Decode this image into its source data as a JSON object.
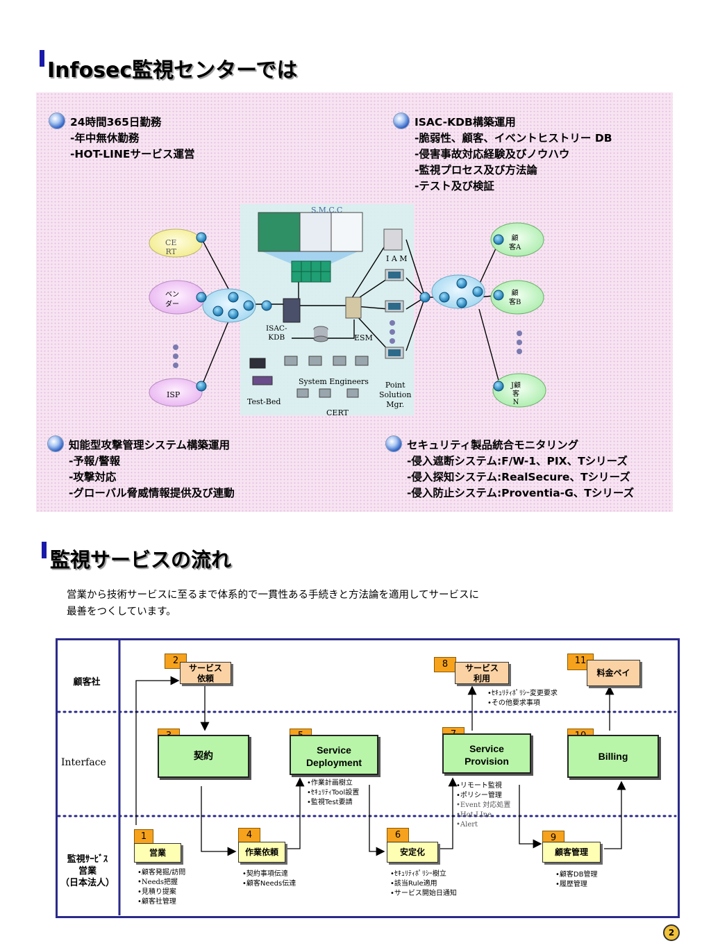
{
  "section1": {
    "title": "Infosec監視センターでは",
    "features": [
      {
        "lines": [
          "24時間365日勤務",
          "-年中無休勤務",
          "-HOT-LINEサービス運営"
        ]
      },
      {
        "lines": [
          "ISAC-KDB構築運用",
          "-脆弱性、顧客、イベントヒストリー DB",
          "-侵害事故対応経験及びノウハウ",
          "-監視プロセス及び方法論",
          "-テスト及び検証"
        ]
      },
      {
        "lines": [
          "知能型攻撃管理システム構築運用",
          "-予報/警報",
          "-攻撃対応",
          "-グローバル脅威情報提供及び連動"
        ]
      },
      {
        "lines": [
          "セキュリティ製品統合モニタリング",
          "-侵入遮断システム:F/W-1、PIX、Tシリーズ",
          "-侵入探知システム:RealSecure、Tシリーズ",
          "-侵入防止システム:Proventia-G、Tシリーズ"
        ]
      }
    ],
    "network": {
      "smcc": "S.M.C.C",
      "iam": "I A M",
      "isac_kdb": "ISAC-\nKDB",
      "esm": "ESM",
      "system_engineers": "System Engineers",
      "test_bed": "Test-Bed",
      "point_solution": "Point\nSolution\nMgr.",
      "cert_bottom": "CERT",
      "clouds_left": [
        "CE\nRT",
        "ベン\nダー",
        "ISP"
      ],
      "clouds_right": [
        "顧\n客A",
        "顧\n客B",
        "J顧\n客\nN"
      ]
    }
  },
  "section2": {
    "title": "監視サービスの流れ",
    "intro": [
      "営業から技術サービスに至るまで体系的で一貫性ある手続きと方法論を適用してサービスに",
      "最善をつくしています。"
    ],
    "lanes": [
      "顧客社",
      "Interface",
      "監視ｻｰﾋﾞｽ\n営業\n（日本法人）"
    ],
    "steps": [
      {
        "num": "1",
        "label": "営業"
      },
      {
        "num": "2",
        "label": "サービス\n依頼"
      },
      {
        "num": "3",
        "label": "契約"
      },
      {
        "num": "4",
        "label": "作業依頼"
      },
      {
        "num": "5",
        "label": "Service\nDeployment"
      },
      {
        "num": "6",
        "label": "安定化"
      },
      {
        "num": "7",
        "label": "Service\nProvision"
      },
      {
        "num": "8",
        "label": "サービス\n利用"
      },
      {
        "num": "9",
        "label": "顧客管理"
      },
      {
        "num": "10",
        "label": "Billing"
      },
      {
        "num": "11",
        "label": "料金ペイ"
      }
    ],
    "notes": {
      "n1": [
        "•顧客発掘/訪問",
        "•Needs把握",
        "•見積り提案",
        "•顧客社管理"
      ],
      "n4": [
        "•契約事項伝達",
        "•顧客Needs伝達"
      ],
      "n5": [
        "•作業計画樹立",
        "•ｾｷｭﾘﾃｨTool設置",
        "•監視Test要請"
      ],
      "n6": [
        "•ｾｷｭﾘﾃｨﾎﾟﾘｼｰ樹立",
        "•該当Rule適用",
        "•サービス開始日通知"
      ],
      "n7": [
        "•リモート監視",
        "•ポリシー管理",
        "•Event 対応処置",
        "•Hot-LIne",
        "•Alert"
      ],
      "n8": [
        "•ｾｷｭﾘﾃｨﾎﾟﾘｼｰ変更要求",
        "•その他要求事項"
      ],
      "n9": [
        "•顧客DB管理",
        "•履歴管理"
      ]
    }
  },
  "page_number": "2",
  "colors": {
    "accent_bar": "#1a1aa8",
    "panel_pink": "#f7e3f2",
    "step_number": "#f7a21c",
    "green_box": "#b8f5a8",
    "orange_box": "#fbd2a4",
    "yellow_box": "#ffffb3"
  }
}
